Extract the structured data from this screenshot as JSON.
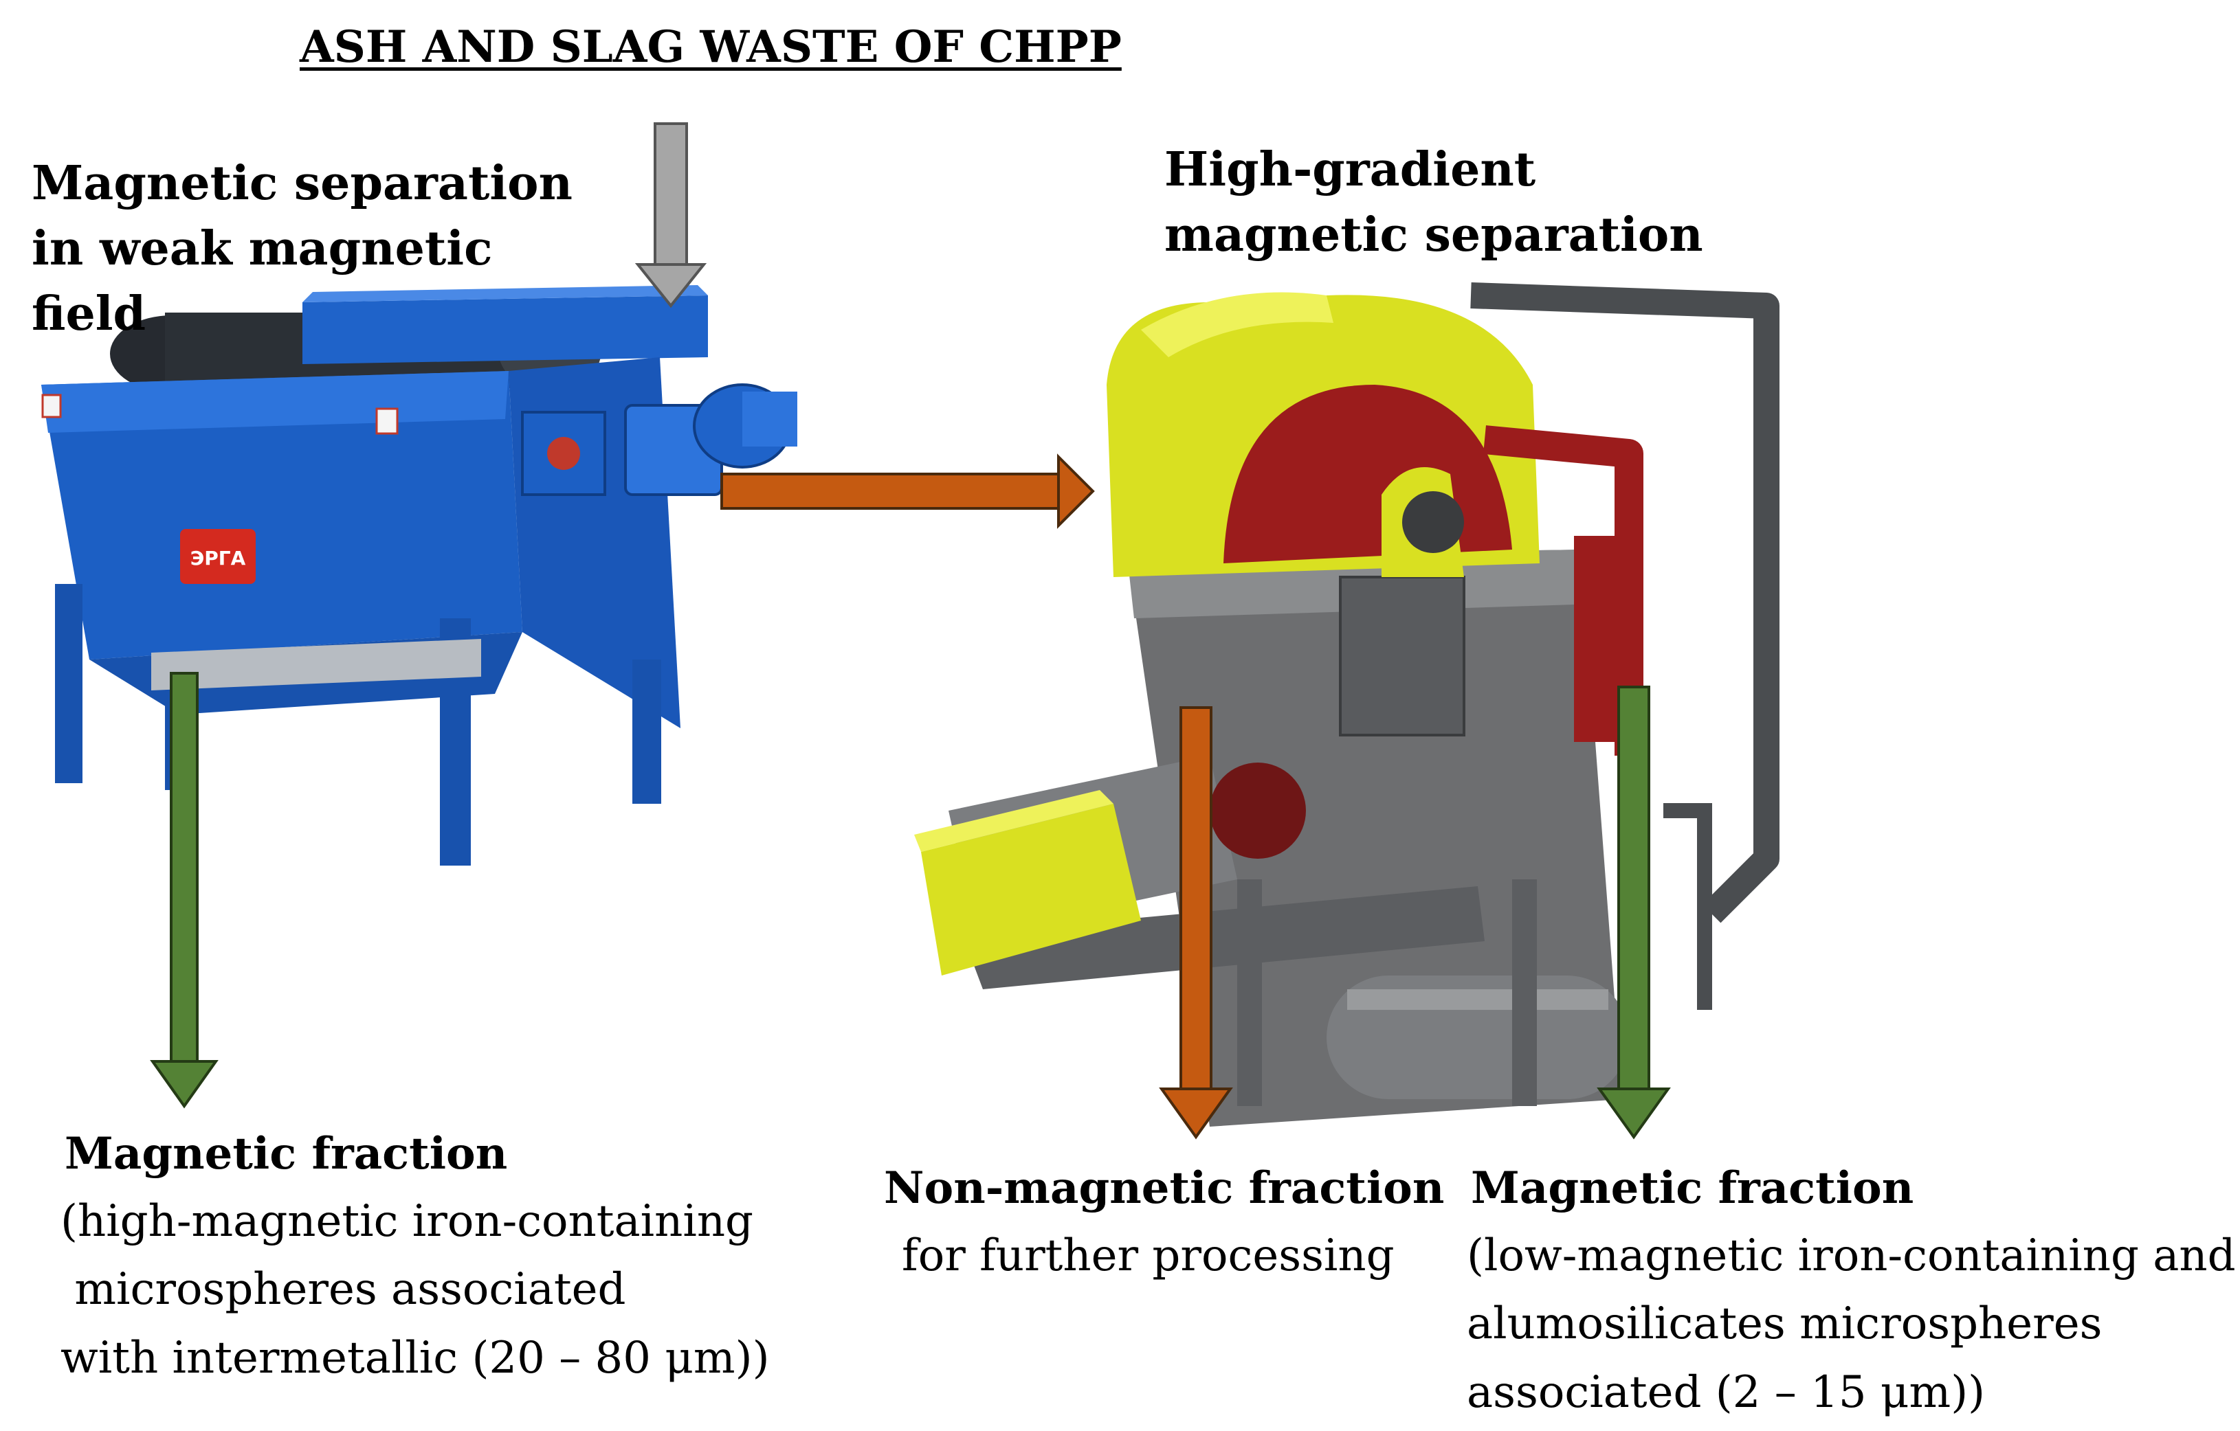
{
  "title": "ASH AND SLAG WASTE OF CHPP",
  "stage_weak": {
    "lines": [
      "Magnetic separation",
      "in weak magnetic",
      "field"
    ]
  },
  "stage_high_gradient": {
    "lines": [
      "High-gradient",
      "magnetic separation"
    ]
  },
  "machine_weak": {
    "brand_label": "ЭРГА"
  },
  "output_left": {
    "heading": "Magnetic fraction",
    "lines": [
      "(high-magnetic iron-containing",
      " microspheres associated",
      "with intermetallic (20 – 80 μm))"
    ]
  },
  "output_middle": {
    "heading": "Non-magnetic fraction",
    "lines": [
      "for further processing"
    ]
  },
  "output_right": {
    "heading": "Magnetic fraction",
    "lines": [
      "(low-magnetic iron-containing and",
      "alumosilicates microspheres",
      "associated (2 – 15 μm))"
    ]
  },
  "colors": {
    "input_arrow": "#a6a6a6",
    "transfer_arrow": "#c55a11",
    "magnetic_arrow": "#548235",
    "nonmagnetic_arrow": "#c55a11",
    "separator_blue": "#1f63c9",
    "separator_yellow": "#d9e021",
    "separator_grey": "#6d6e70",
    "separator_red": "#9b1c1c"
  }
}
